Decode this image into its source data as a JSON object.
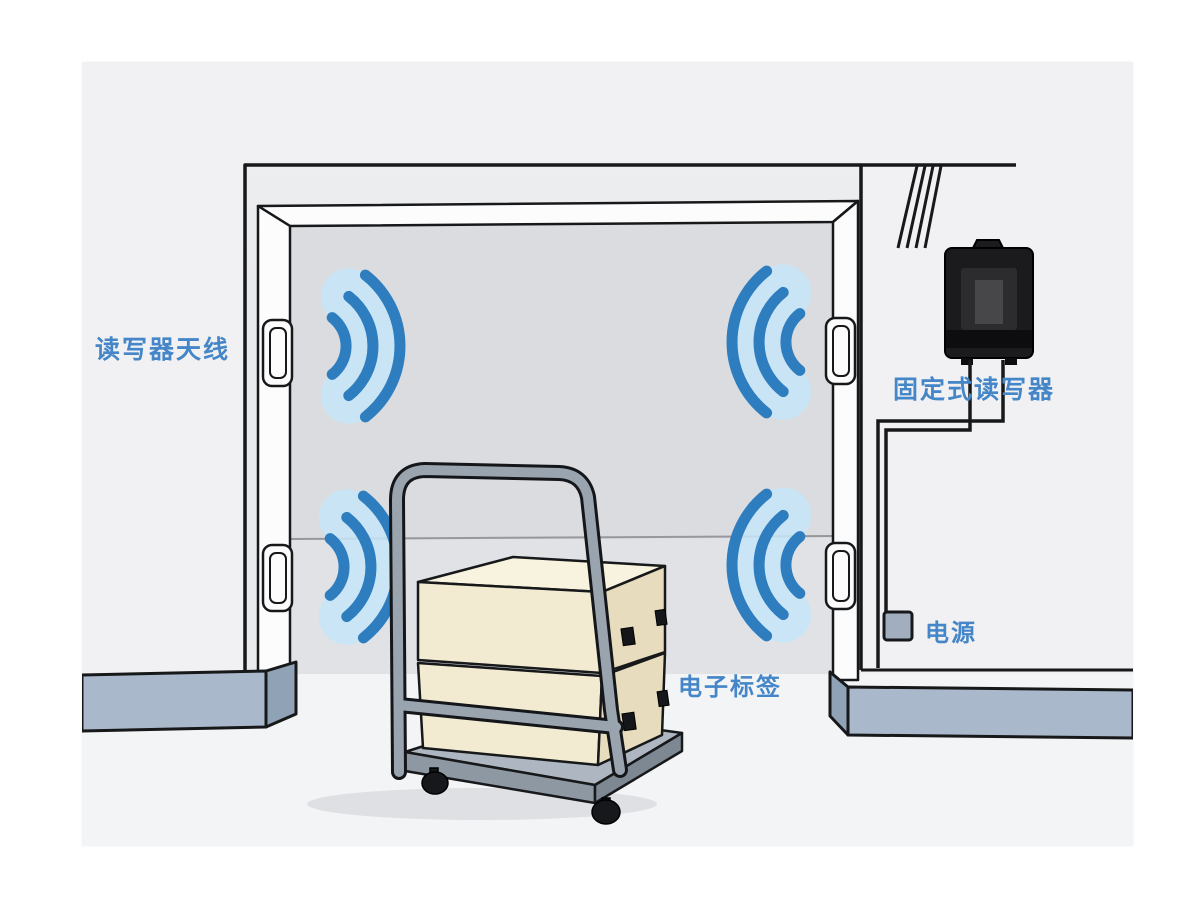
{
  "diagram": {
    "type": "illustration",
    "subject": "RFID dock-door portal with reader antennas, fixed reader, power supply and tagged cartons on a platform cart",
    "labels": {
      "reader_antenna": "读写器天线",
      "fixed_reader": "固定式读写器",
      "power": "电源",
      "electronic_tag": "电子标签"
    },
    "icons": {
      "signal_icon": "three nested radio-wave arcs",
      "signal_icon_count": 4,
      "antenna_bracket_count": 4,
      "rfid_tag_count": 4
    },
    "colors": {
      "wall": "#e9eaec",
      "wall_light": "#f1f1f3",
      "opening": "#dadce0",
      "opening_lower": "#e1e2e6",
      "floor": "#f3f4f6",
      "outline": "#17181a",
      "frame_white": "#fcfcfd",
      "signal_dark": "#2e7dbf",
      "signal_light": "#c5e6f8",
      "baseboard": "#a9b9cb",
      "baseboard_dark": "#90a2b6",
      "box_top": "#f8f3de",
      "box_front": "#f2ebd1",
      "box_side": "#e7ddbe",
      "cart_gray": "#9aa4ae",
      "cart_dark": "#14161a",
      "reader_body": "#1b1b1d",
      "reader_bezel": "#2c2c2e",
      "reader_screen": "#474649",
      "power_box": "#a2aebd",
      "label_text": "#4486c7",
      "horizon": "#97979d",
      "shadow": "rgba(40,45,55,0.10)"
    }
  }
}
